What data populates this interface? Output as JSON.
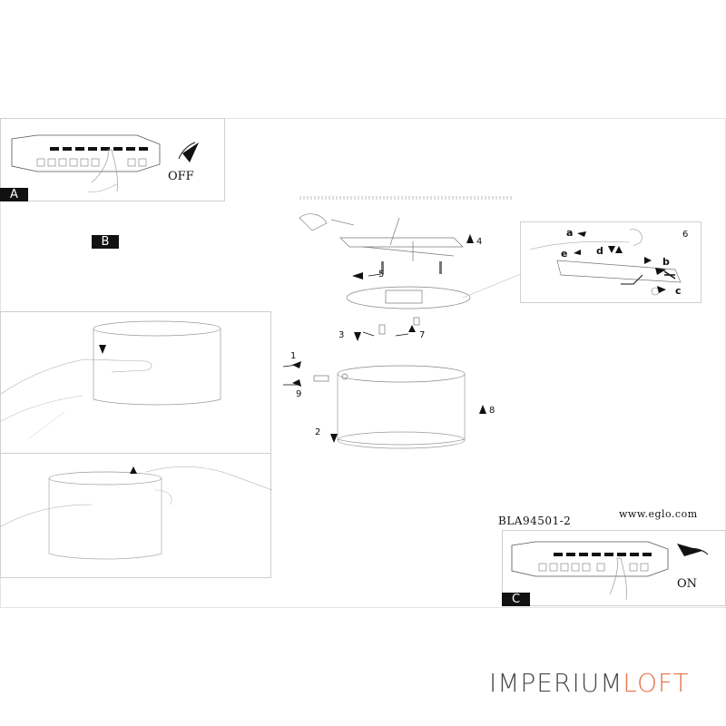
{
  "panels": {
    "a": {
      "badge": "A",
      "label": "OFF"
    },
    "b": {
      "badge": "B"
    },
    "c": {
      "badge": "C",
      "label": "ON"
    }
  },
  "steps": [
    "1",
    "2",
    "3",
    "4",
    "5",
    "6",
    "7",
    "8",
    "9"
  ],
  "callouts": [
    "a",
    "b",
    "c",
    "d",
    "e"
  ],
  "model_code": "BLA94501-2",
  "website": "www.eglo.com",
  "watermark": {
    "part1": "IMPERIUM",
    "part2": "LOFT",
    "color1": "#4a4a4a",
    "color2": "#e7734a"
  }
}
